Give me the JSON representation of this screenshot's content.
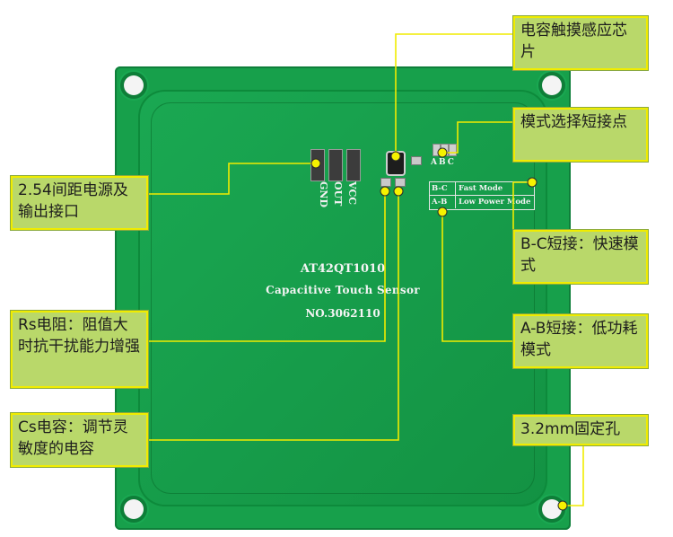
{
  "board": {
    "silk_line1": "AT42QT1010",
    "silk_line2": "Capacitive Touch Sensor",
    "silk_line3": "NO.3062110",
    "pin_vcc": "VCC",
    "pin_out": "OUT",
    "pin_gnd": "GND",
    "jumper_letters": "ABC",
    "mode_rows": [
      {
        "key": "B-C",
        "value": "Fast Mode"
      },
      {
        "key": "A-B",
        "value": "Low Power Mode"
      }
    ],
    "colors": {
      "pcb": "#17a04b",
      "callout": "#b9d86a",
      "leader": "#f0ec00"
    }
  },
  "callouts": {
    "chip": "电容触摸感应芯片",
    "mode_select": "模式选择短接点",
    "interface": "2.54间距电源及输出接口",
    "bc": "B-C短接：快速模式",
    "ab": "A-B短接：低功耗模式",
    "rs": "Rs电阻：阻值大时抗干扰能力增强",
    "cs": "Cs电容：调节灵敏度的电容",
    "hole": "3.2mm固定孔"
  }
}
